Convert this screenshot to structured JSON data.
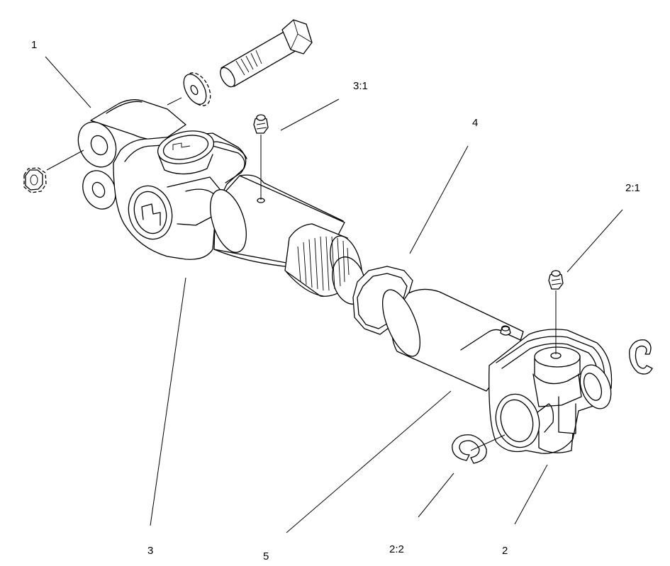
{
  "diagram": {
    "callouts": {
      "c1": "1",
      "c2": "2",
      "c2_1": "2:1",
      "c2_2": "2:2",
      "c3": "3",
      "c3_1": "3:1",
      "c4": "4",
      "c5": "5"
    }
  }
}
